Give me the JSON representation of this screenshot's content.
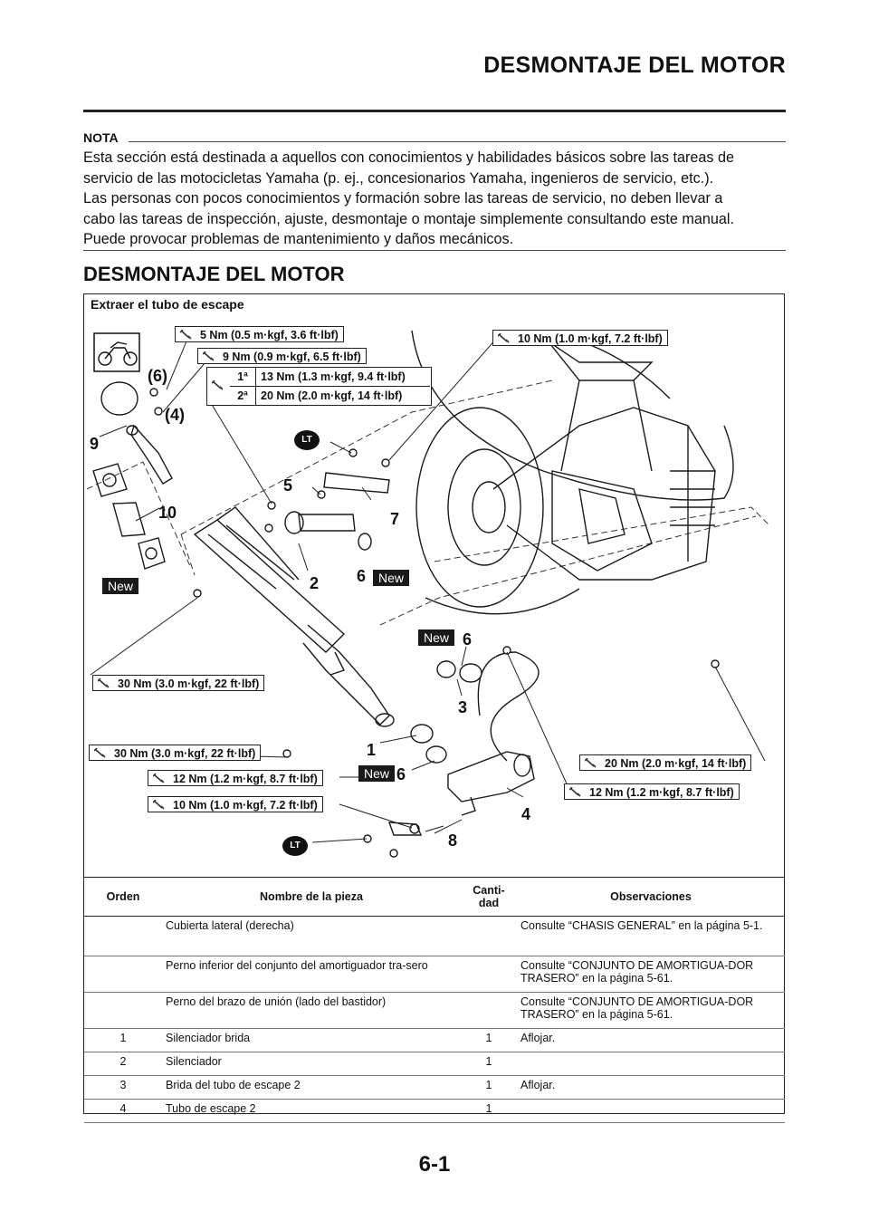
{
  "header": {
    "title": "DESMONTAJE DEL MOTOR"
  },
  "note": {
    "label": "NOTA",
    "lines": [
      "Esta sección está destinada a aquellos con conocimientos y habilidades básicos sobre las tareas de",
      "servicio de las motocicletas Yamaha (p. ej., concesionarios Yamaha, ingenieros de servicio, etc.).",
      "Las personas con pocos conocimientos y formación sobre las tareas de servicio, no deben llevar a",
      "cabo las tareas de inspección, ajuste, desmontaje o montaje simplemente consultando este manual.",
      "Puede provocar problemas de mantenimiento y daños mecánicos."
    ]
  },
  "section": {
    "title": "DESMONTAJE DEL MOTOR"
  },
  "diagram": {
    "title": "Extraer el tubo de escape",
    "torques": {
      "t1": "5 Nm (0.5 m·kgf, 3.6 ft·lbf)",
      "t2": "9 Nm (0.9 m·kgf, 6.5 ft·lbf)",
      "t3": "10 Nm (1.0 m·kgf, 7.2 ft·lbf)",
      "t4": "30 Nm (3.0 m·kgf, 22 ft·lbf)",
      "t5": "30 Nm (3.0 m·kgf, 22 ft·lbf)",
      "t6": "12 Nm (1.2 m·kgf, 8.7 ft·lbf)",
      "t7": "10 Nm (1.0 m·kgf, 7.2 ft·lbf)",
      "t8": "20 Nm (2.0 m·kgf, 14 ft·lbf)",
      "t9": "12 Nm (1.2 m·kgf, 8.7 ft·lbf)"
    },
    "steps": [
      {
        "ord": "1ª",
        "val": "13 Nm (1.3 m·kgf, 9.4 ft·lbf)"
      },
      {
        "ord": "2ª",
        "val": "20 Nm (2.0 m·kgf, 14 ft·lbf)"
      }
    ],
    "callouts": {
      "c_6p": "(6)",
      "c_4p": "(4)",
      "c_9": "9",
      "c_10": "10",
      "c_5": "5",
      "c_7": "7",
      "c_2": "2",
      "c_6a": "6",
      "c_6b": "6",
      "c_3": "3",
      "c_1": "1",
      "c_6c": "6",
      "c_4": "4",
      "c_8": "8"
    },
    "new_label": "New",
    "lt_label": "LT"
  },
  "table": {
    "headers": {
      "order": "Orden",
      "name": "Nombre de la pieza",
      "qty_line1": "Canti-",
      "qty_line2": "dad",
      "notes": "Observaciones"
    },
    "rows": [
      {
        "order": "",
        "name": "Cubierta lateral (derecha)",
        "qty": "",
        "notes": "Consulte “CHASIS GENERAL” en la página 5-1."
      },
      {
        "order": "",
        "name": "Perno inferior del conjunto del amortiguador tra-sero",
        "qty": "",
        "notes": "Consulte “CONJUNTO DE AMORTIGUA-DOR TRASERO” en la página 5-61."
      },
      {
        "order": "",
        "name": "Perno del brazo de unión (lado del bastidor)",
        "qty": "",
        "notes": "Consulte “CONJUNTO DE AMORTIGUA-DOR TRASERO” en la página 5-61."
      },
      {
        "order": "1",
        "name": "Silenciador brida",
        "qty": "1",
        "notes": "Aflojar."
      },
      {
        "order": "2",
        "name": "Silenciador",
        "qty": "1",
        "notes": ""
      },
      {
        "order": "3",
        "name": "Brida del tubo de escape 2",
        "qty": "1",
        "notes": "Aflojar."
      },
      {
        "order": "4",
        "name": "Tubo de escape 2",
        "qty": "1",
        "notes": ""
      }
    ]
  },
  "footer": {
    "page_number": "6-1"
  }
}
